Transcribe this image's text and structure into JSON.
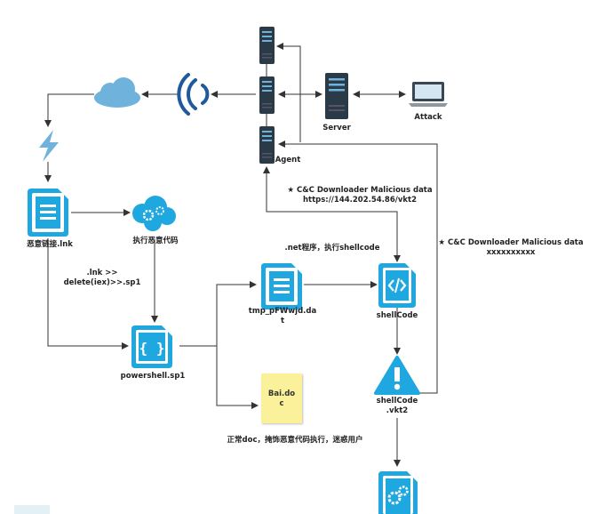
{
  "labels": {
    "server": "Server",
    "attack": "Attack",
    "agent": "Agent",
    "cnc_top_line1": "★ C&C Downloader Malicious data",
    "cnc_top_line2": "https://144.202.54.86/vkt2",
    "cnc_right_line1": "★ C&C Downloader Malicious data",
    "cnc_right_line2": "xxxxxxxxxx",
    "lnk_file": "恶意链接.lnk",
    "execute_malicious_code": "执行恶意代码",
    "lnk_delete_line1": ".lnk  >>",
    "lnk_delete_line2": "delete(iex)>>.sp1",
    "net_program": ".net程序，执行shellcode",
    "tmp_file_line1": "tmp_pFWwjd.da",
    "tmp_file_line2": "t",
    "shellcode": "shellCode",
    "shellcode_vkt2_line1": "shellCode",
    "shellcode_vkt2_line2": ".vkt2",
    "powershell_file": "powershell.sp1",
    "bai_doc": "Bai.do\nc",
    "normal_doc_caption": "正常doc，掩饰恶意代码执行，迷惑用户"
  },
  "colors": {
    "icon_blue": "#1fa7e0",
    "icon_dark_blue": "#1e5a9c",
    "cloud_blue": "#6fb3dd",
    "server_dark": "#2b3a47",
    "arrow": "#333333",
    "note_yellow": "#fbf19a"
  }
}
